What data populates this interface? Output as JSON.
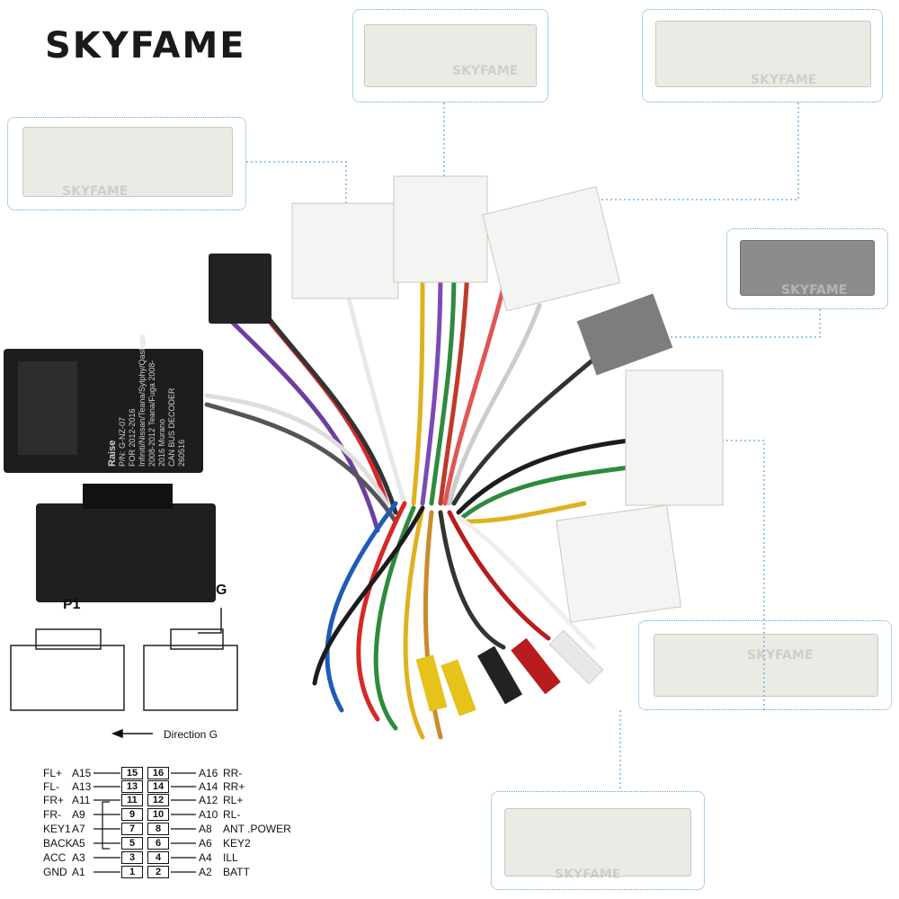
{
  "brand": "SKYFAME",
  "watermark": "SKYFAME",
  "decoder": {
    "title": "Raise",
    "subtitle": "CAN BUS DECODER",
    "pn": "P/N: G-NZ-07",
    "lot": "260516",
    "desc": "FOR 2012-2016 Infiniti/Nissan/Teana/Sylphy/Qashqai",
    "desc2": "2008-2012 Teana/Fuga 2008-2016 Murano"
  },
  "connector_p1_label": "P1",
  "connector_g_label": "G",
  "direction_label": "Direction G",
  "pinout": {
    "left": [
      {
        "fn": "FL+",
        "pin": "A15",
        "num": "15"
      },
      {
        "fn": "FL-",
        "pin": "A13",
        "num": "13"
      },
      {
        "fn": "FR+",
        "pin": "A11",
        "num": "11"
      },
      {
        "fn": "FR-",
        "pin": "A9",
        "num": "9"
      },
      {
        "fn": "KEY1",
        "pin": "A7",
        "num": "7"
      },
      {
        "fn": "BACK",
        "pin": "A5",
        "num": "5"
      },
      {
        "fn": "ACC",
        "pin": "A3",
        "num": "3"
      },
      {
        "fn": "GND",
        "pin": "A1",
        "num": "1"
      }
    ],
    "right": [
      {
        "fn": "RR-",
        "pin": "A16",
        "num": "16"
      },
      {
        "fn": "RR+",
        "pin": "A14",
        "num": "14"
      },
      {
        "fn": "RL+",
        "pin": "A12",
        "num": "12"
      },
      {
        "fn": "RL-",
        "pin": "A10",
        "num": "10"
      },
      {
        "fn": "ANT .POWER",
        "pin": "A8",
        "num": "8"
      },
      {
        "fn": "KEY2",
        "pin": "A6",
        "num": "6"
      },
      {
        "fn": "ILL",
        "pin": "A4",
        "num": "4"
      },
      {
        "fn": "BATT",
        "pin": "A2",
        "num": "2"
      }
    ]
  },
  "colors": {
    "callout_border": "#5aa3d6",
    "decoder": "#1d1d1d",
    "connector_white": "#f4f4f2",
    "connector_gray": "#7d7d7d"
  }
}
